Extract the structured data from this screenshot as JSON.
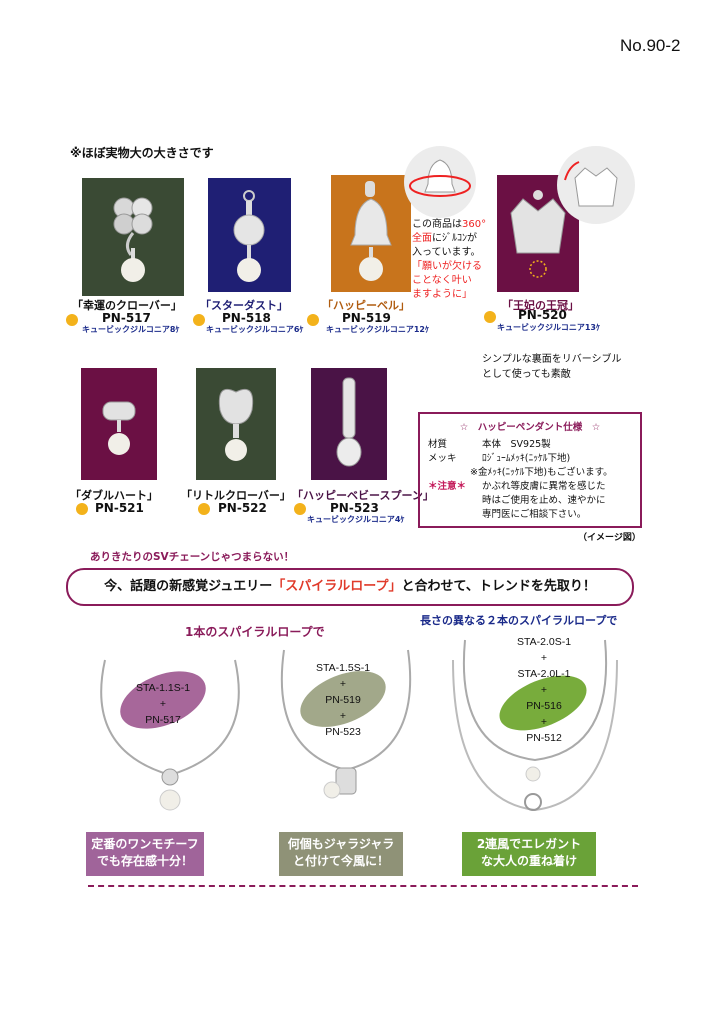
{
  "page_number": "No.90-2",
  "size_note": "※ほぼ実物大の大きさです",
  "products": [
    {
      "name": "「幸運のクローバー」",
      "code": "PN-517",
      "cz": "キュービックジルコニア8ｹ"
    },
    {
      "name": "「スターダスト」",
      "code": "PN-518",
      "cz": "キュービックジルコニア6ｹ"
    },
    {
      "name": "「ハッピーベル」",
      "code": "PN-519",
      "cz": "キュービックジルコニア12ｹ"
    },
    {
      "name": "「王妃の王冠」",
      "code": "PN-520",
      "cz": "キュービックジルコニア13ｹ"
    },
    {
      "name": "「ダブルハート」",
      "code": "PN-521",
      "cz": ""
    },
    {
      "name": "「リトルクローバー」",
      "code": "PN-522",
      "cz": ""
    },
    {
      "name": "「ハッピーベビースプーン」",
      "code": "PN-523",
      "cz": "キュービックジルコニア4ｹ"
    }
  ],
  "bell_note": {
    "line1a": "この商品は",
    "line1b": "360°",
    "line2a": "全面",
    "line2b": "にｼﾞﾙｺﾝが",
    "line3": "入っています。",
    "wish1": "「願いが欠ける",
    "wish2": "ことなく叶い",
    "wish3": "ますように」"
  },
  "reversible_note": {
    "line1": "シンプルな裏面をリバーシブル",
    "line2": "として使っても素敵"
  },
  "spec": {
    "title": "☆　ハッピーペンダント仕様　☆",
    "material_label": "材質",
    "material_value": "本体　SV925製",
    "plating_label": "メッキ",
    "plating_value": "ﾛｼﾞｭｰﾑﾒｯｷ(ﾆｯｹﾙ下地)",
    "gold_note": "※金ﾒｯｷ(ﾆｯｹﾙ下地)もございます。",
    "caution_label": "＊注意＊",
    "caution1": "かぶれ等皮膚に異常を感じた",
    "caution2": "時はご使用を止め、速やかに",
    "caution3": "専門医にご相談下さい。"
  },
  "image_note": "（イメージ図）",
  "subhead": "ありきたりのSVチェーンじゃつまらない！",
  "banner": {
    "pre": "今、話題の新感覚ジュエリー",
    "highlight": "「スパイラルロープ」",
    "post": "と合わせて、トレンドを先取り！"
  },
  "label_one_rope": "1本のスパイラルロープで",
  "label_two_rope": "長さの異なる２本のスパイラルロープで",
  "combos": [
    {
      "lines": [
        "STA-1.1S-1",
        "+",
        "PN-517"
      ],
      "caption1": "定番のワンモチーフ",
      "caption2": "でも存在感十分！"
    },
    {
      "lines": [
        "STA-1.5S-1",
        "+",
        "PN-519",
        "+",
        "PN-523"
      ],
      "caption1": "何個もジャラジャラ",
      "caption2": "と付けて今風に！"
    },
    {
      "lines": [
        "STA-2.0S-1",
        "+",
        "STA-2.0L-1",
        "+",
        "PN-516",
        "+",
        "PN-512"
      ],
      "caption1": "2連風でエレガント",
      "caption2": "な大人の重ね着け"
    }
  ],
  "colors": {
    "tile_green": "#3a4a34",
    "tile_navy": "#1f1f74",
    "tile_orange": "#c8741c",
    "tile_plum": "#6b1044",
    "tile_purple": "#4a1346",
    "accent": "#8a1b5a",
    "ellipse_purple": "#a7679a",
    "ellipse_olive": "#a2a88a",
    "ellipse_green": "#78ac3c",
    "caption_purple": "#a0649a",
    "caption_olive": "#8f9277",
    "caption_green": "#6aa238"
  }
}
